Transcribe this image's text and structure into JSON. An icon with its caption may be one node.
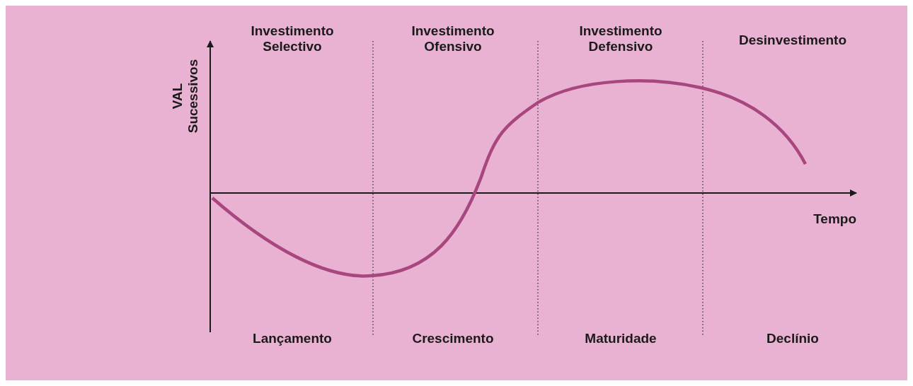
{
  "diagram": {
    "labels": [
      "Investimento Selectivo",
      "Investimento Ofensivo",
      "Investimento Defensivo",
      "Desinvestimento",
      "VAL Sucessivos",
      "Tempo",
      "Lançamento",
      "Crescimento",
      "Maturidade",
      "Declínio"
    ]
  }
}
